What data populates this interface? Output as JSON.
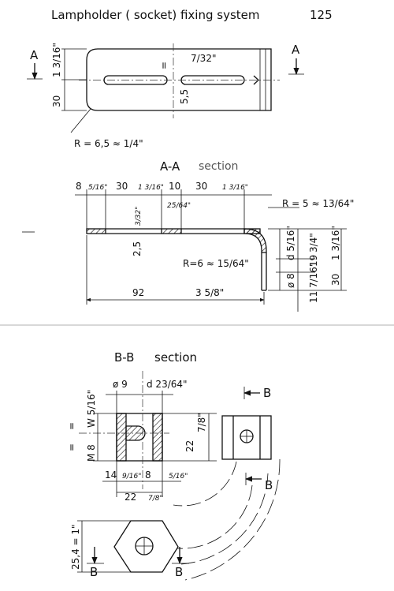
{
  "header": {
    "title": "Lampholder ( socket) fixing system",
    "page_number": "125"
  },
  "top_view": {
    "section_marks": [
      "A",
      "A"
    ],
    "dims": {
      "height_top": "1 3/16\"",
      "height_mm": "30",
      "slot_width": "7/32\"",
      "slot_mm": "5,5",
      "mid_mark": "="
    },
    "radius_note": "R = 6,5 ≈ 1/4\""
  },
  "section_aa": {
    "title": "A-A",
    "title_suffix": "section",
    "top_dims": [
      "8",
      "5/16\"",
      "30",
      "1 3/16\"",
      "10",
      "30",
      "1 3/16\""
    ],
    "under_dim": "25/64\"",
    "thickness": [
      "3/32\"",
      "2,5"
    ],
    "radius_outer": "R = 5 ≈ 13/64\"",
    "radius_inner": "R=6 ≈ 15/64\"",
    "right_dims": [
      "d 5/16\"",
      "3/4\"",
      "1 3/16\"",
      "19",
      "7/16\"",
      "ø 8",
      "30",
      "11"
    ],
    "bottom_dims": [
      "92",
      "3 5/8\""
    ]
  },
  "section_bb": {
    "title": "B-B",
    "title_suffix": "section",
    "top_dims": [
      "ø 9",
      "d 23/64\""
    ],
    "left_dims": [
      "W 5/16\"",
      "M 8",
      "="
    ],
    "right_dims": [
      "7/8\"",
      "22"
    ],
    "bottom_dims": [
      "14",
      "9/16\"",
      "8",
      "5/16\"",
      "22",
      "7/8\""
    ],
    "hex_dim": "25,4 = 1\"",
    "section_marks": [
      "B",
      "B",
      "B",
      "B"
    ]
  }
}
